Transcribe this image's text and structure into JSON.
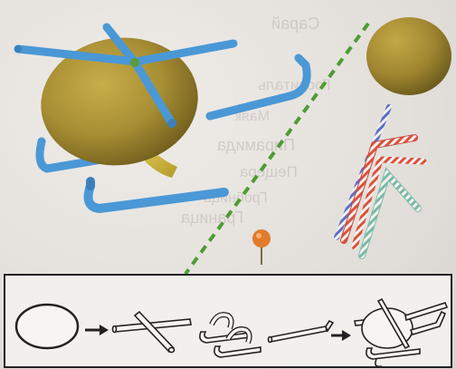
{
  "colors": {
    "background": "#e6e2de",
    "straw_blue": "#4a98d6",
    "dough": "#b49a3a",
    "dough_shade": "#8f7a2a",
    "toothpick": "#6aa06a",
    "dashed_line": "#4e9c34",
    "pin": "#e07a2a",
    "frame": "#222222"
  },
  "icons": [
    "dough-ball-icon",
    "cross-icon",
    "skid-icon",
    "tail-straw-icon",
    "arrow-icon",
    "helicopter-outline-icon"
  ],
  "ghost_text": [
    "Сарай",
    "Госпиталь",
    "Маяк",
    "Пирамида",
    "Пещера",
    "Гробница",
    "Граница"
  ]
}
